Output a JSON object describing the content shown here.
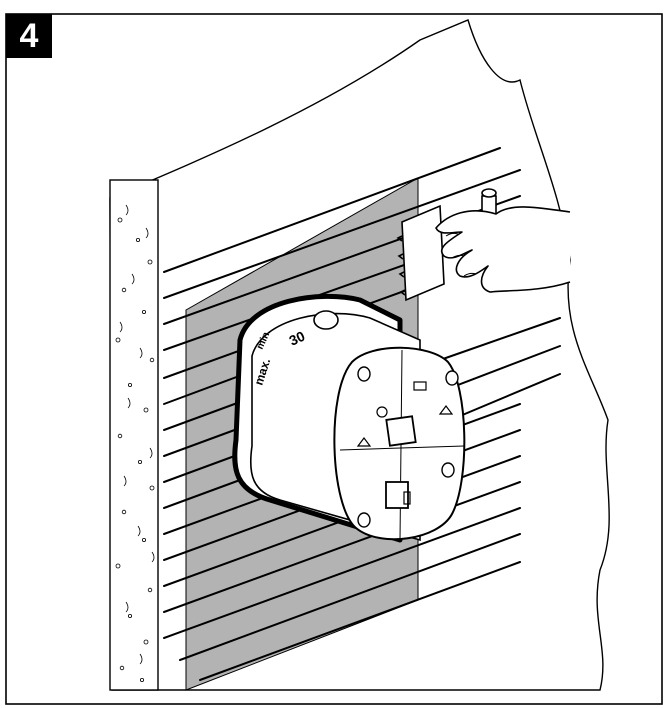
{
  "step": {
    "number": "4"
  },
  "markings": {
    "depth_min": "min.",
    "depth_max": "max.",
    "depth_value": "30"
  },
  "colors": {
    "line": "#000000",
    "membrane": "#b3b3b3",
    "background": "#ffffff"
  }
}
